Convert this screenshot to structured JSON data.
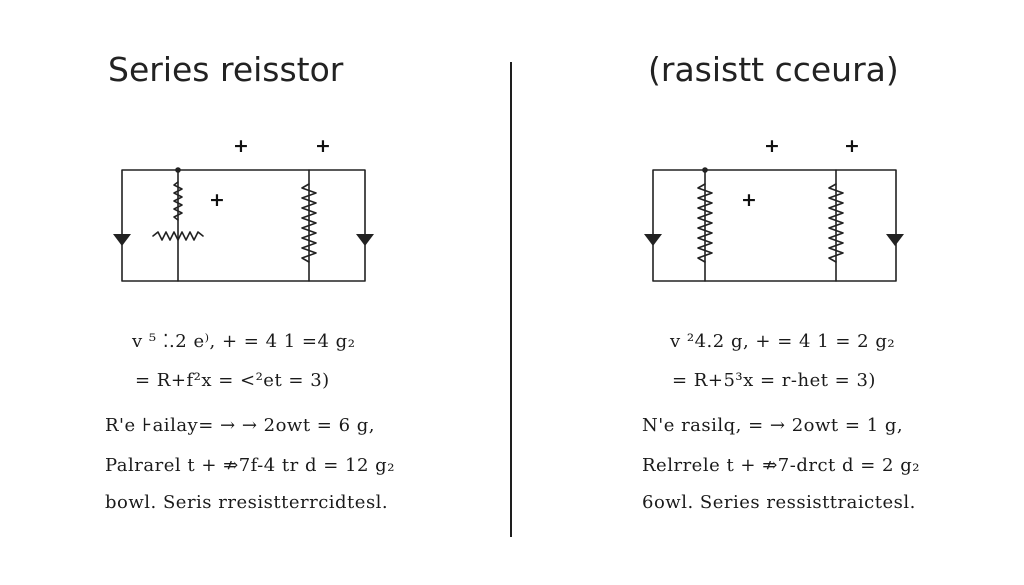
{
  "left": {
    "title": "Series reisstor",
    "plus_signs": [
      "+",
      "+",
      "+"
    ],
    "equations": [
      "v ⁵ ⁚.2 e⁾, + = 4 1 =4 g₂",
      "= R+f²x = <²et = 3)",
      "R'e ⊦ailay= → → 2owt = 6 g,",
      "Palrarel t + ⇏7f-4 tr d = 12 g₂",
      "bowl. Seris rresistterrcidtesl."
    ]
  },
  "right": {
    "title": "(rasistt cceura)",
    "plus_signs": [
      "+",
      "+",
      "+"
    ],
    "equations": [
      "v ²4.2 g, + = 4 1 = 2 g₂",
      "= R+5³x = r-het = 3)",
      "N'e rasilq, = → 2owt = 1 g,",
      "Relrrele t + ⇏7-drct d = 2 g₂",
      "6owl. Series ressisttraictesl."
    ]
  }
}
